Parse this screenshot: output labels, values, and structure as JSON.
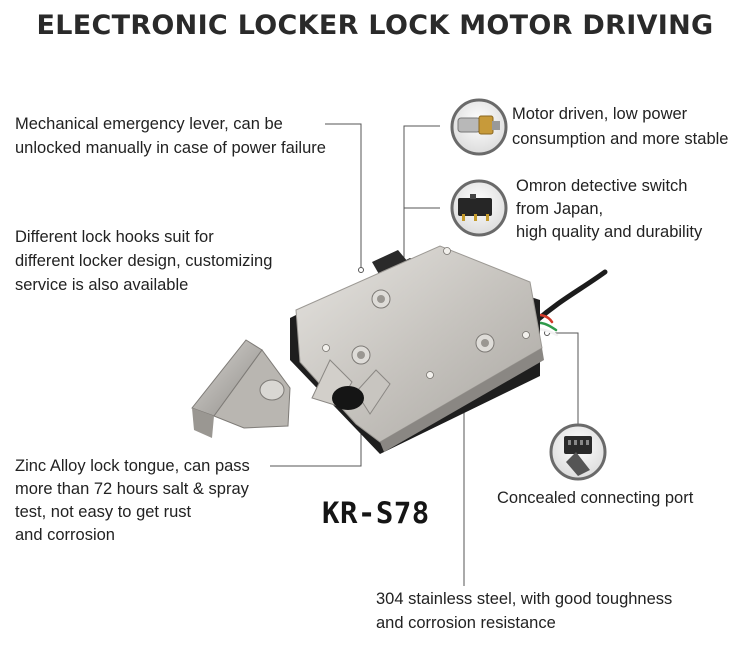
{
  "title": "ELECTRONIC LOCKER LOCK MOTOR DRIVING",
  "model": "KR-S78",
  "callouts": {
    "emergency_lever": [
      "Mechanical emergency lever, can be",
      "unlocked manually in case of power failure"
    ],
    "lock_hooks": [
      "Different lock hooks suit for",
      "different locker design, customizing",
      "service is also available"
    ],
    "zinc_tongue": [
      "Zinc Alloy lock tongue, can pass",
      "more than 72 hours salt & spray",
      "test, not easy to get rust",
      "and corrosion"
    ],
    "motor": [
      "Motor driven, low power",
      "consumption and more stable"
    ],
    "switch": [
      "Omron detective switch",
      "from Japan,",
      "high quality and durability"
    ],
    "port": [
      "Concealed connecting port"
    ],
    "steel": [
      "304 stainless steel, with good toughness",
      "and corrosion resistance"
    ]
  },
  "colors": {
    "line": "#555555",
    "steel": "#c9c6c1",
    "body_black": "#1e1e1e",
    "wire_red": "#d23a2a",
    "wire_green": "#2f9a4a",
    "wire_white": "#f2f2f2"
  }
}
